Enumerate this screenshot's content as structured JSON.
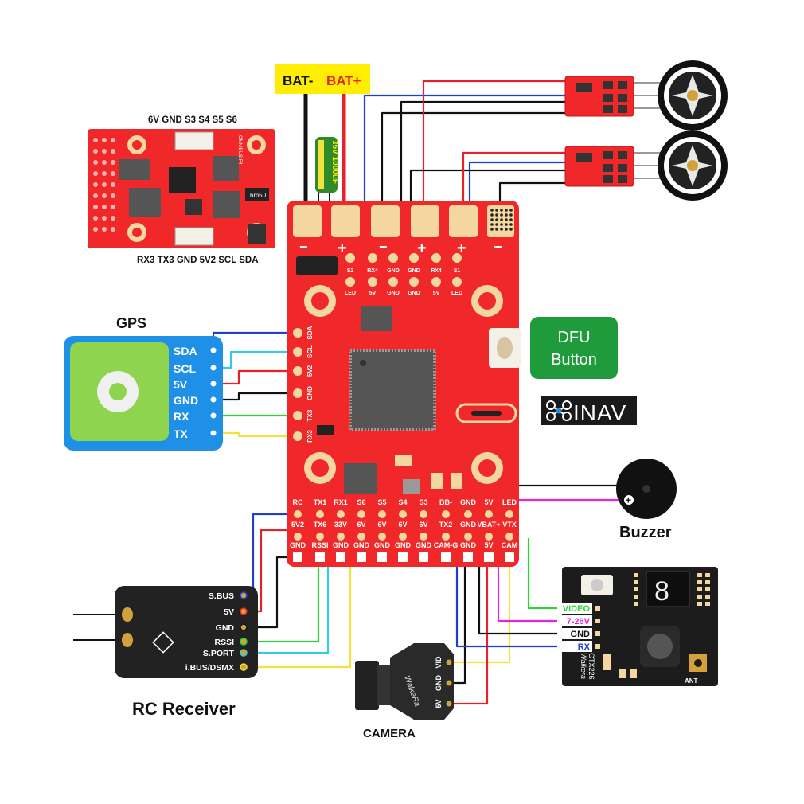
{
  "battery": {
    "neg_label": "BAT-",
    "pos_label": "BAT+"
  },
  "capacitor": {
    "label": "35V 1000uF"
  },
  "pdb": {
    "top_pins": "6V GND S3 S4 S5 S6",
    "bottom_pins": "RX3 TX3 GND 5V2 SCL SDA",
    "chip_label": "6m50",
    "side_text": "OMNIBUS F4"
  },
  "fc": {
    "top_pad_row1": [
      "S2",
      "RX4",
      "GND",
      "GND",
      "RX4",
      "S1"
    ],
    "top_pad_row2": [
      "LED",
      "5V",
      "GND",
      "GND",
      "5V",
      "LED"
    ],
    "left_pads": [
      "SDA",
      "SCL",
      "5V2",
      "GND",
      "TX3",
      "RX3"
    ],
    "bottom_row1": [
      "RC",
      "TX1",
      "RX1",
      "S6",
      "S5",
      "S4",
      "S3",
      "BB-",
      "GND",
      "5V",
      "LED"
    ],
    "bottom_row2": [
      "5V2",
      "TX6",
      "33V",
      "6V",
      "6V",
      "6V",
      "6V",
      "TX2",
      "GND",
      "VBAT+",
      "VTX"
    ],
    "bottom_row3": [
      "GND",
      "RSSI",
      "GND",
      "GND",
      "GND",
      "GND",
      "GND",
      "CAM-G",
      "GND",
      "5V",
      "CAM"
    ],
    "plus_sign": "+",
    "minus_sign": "−"
  },
  "gps": {
    "title": "GPS",
    "pins": [
      "SDA",
      "SCL",
      "5V",
      "GND",
      "RX",
      "TX"
    ]
  },
  "dfu": {
    "label": "DFU Button"
  },
  "inav": {
    "label": "INAV"
  },
  "buzzer": {
    "label": "Buzzer",
    "plus": "+"
  },
  "receiver": {
    "title": "RC Receiver",
    "pins": [
      "S.BUS",
      "5V",
      "GND",
      "RSSI",
      "S.PORT",
      "i.BUS/DSMX"
    ]
  },
  "camera": {
    "label": "CAMERA",
    "pins": [
      "VID",
      "GND",
      "5V"
    ],
    "brand": "WalkeRa"
  },
  "vtx": {
    "pins": [
      "VIDEO",
      "7-26V",
      "GND",
      "RX"
    ],
    "model": "GTX226",
    "brand": "Walkera",
    "ant": "ANT",
    "digit": "8"
  },
  "colors": {
    "board_red": "#f0282a",
    "pad_yellow": "#f3d79e",
    "wire_red": "#e8202a",
    "wire_blue": "#1f3fd0",
    "wire_black": "#111111",
    "wire_cyan": "#36c9e0",
    "wire_green": "#2fd23a",
    "wire_yellow": "#f2e33a",
    "wire_magenta": "#e028d8",
    "gps_blue": "#1e90e8",
    "gps_green": "#8fd44f",
    "dfu_green": "#1f9b3c",
    "label_yellow": "#ffee00"
  },
  "icons": [
    "motor-icon",
    "esc-icon",
    "buzzer-icon",
    "inav-drone-icon",
    "antenna-icon"
  ]
}
